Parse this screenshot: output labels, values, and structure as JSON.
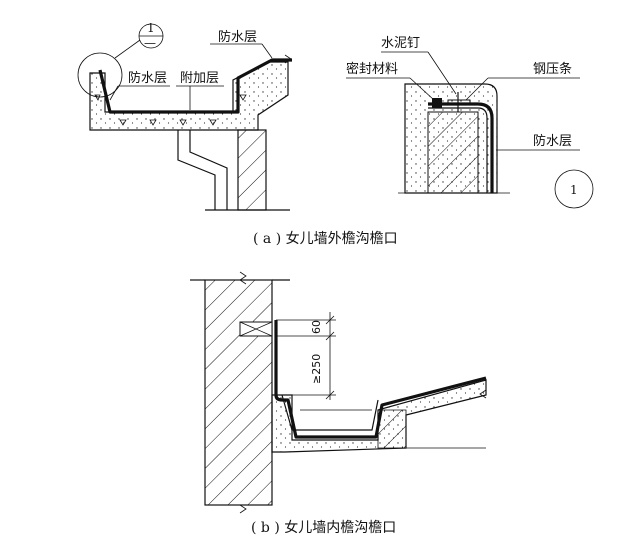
{
  "labels_a": {
    "waterproof_top": "防水层",
    "waterproof_mid": "防水层",
    "additional": "附加层",
    "detail_circle": "1",
    "detail_ref_num": "1",
    "detail_ref_dash": "—",
    "cement_nail": "水泥钉",
    "sealing": "密封材料",
    "steel_strip": "钢压条",
    "waterproof_right": "防水层",
    "detail_big": "1",
    "caption": "( a ) 女儿墙外檐沟檐口"
  },
  "labels_b": {
    "dim_60": "60",
    "dim_250": "≥250",
    "caption": "( b ) 女儿墙内檐沟檐口"
  }
}
